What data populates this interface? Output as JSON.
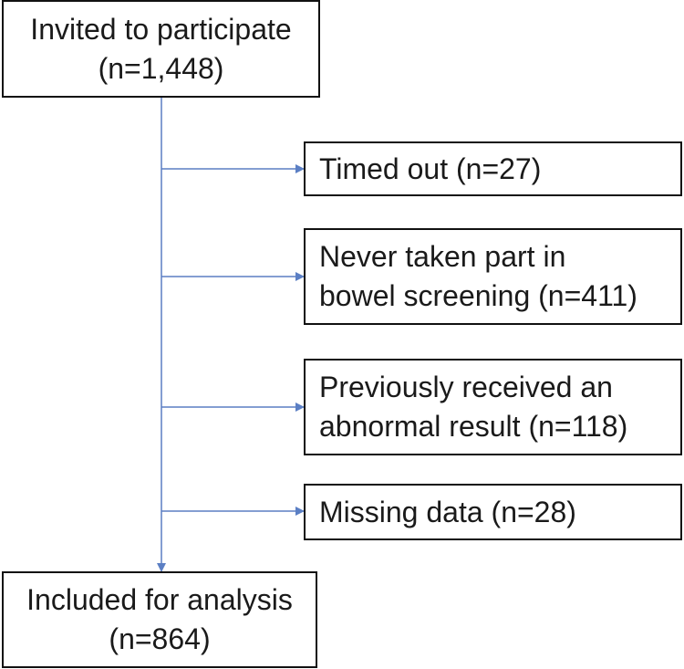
{
  "flowchart": {
    "start": {
      "line1": "Invited to participate",
      "line2": "(n=1,448)"
    },
    "exclusions": [
      {
        "line1": "Timed out (n=27)"
      },
      {
        "line1": "Never taken part in",
        "line2": "bowel screening (n=411)"
      },
      {
        "line1": "Previously received an",
        "line2": "abnormal result (n=118)"
      },
      {
        "line1": "Missing data (n=28)"
      }
    ],
    "end": {
      "line1": "Included for analysis",
      "line2": "(n=864)"
    }
  },
  "colors": {
    "arrow": "#5b7fc4",
    "box_border": "#111111",
    "text": "#1a1a1a"
  }
}
